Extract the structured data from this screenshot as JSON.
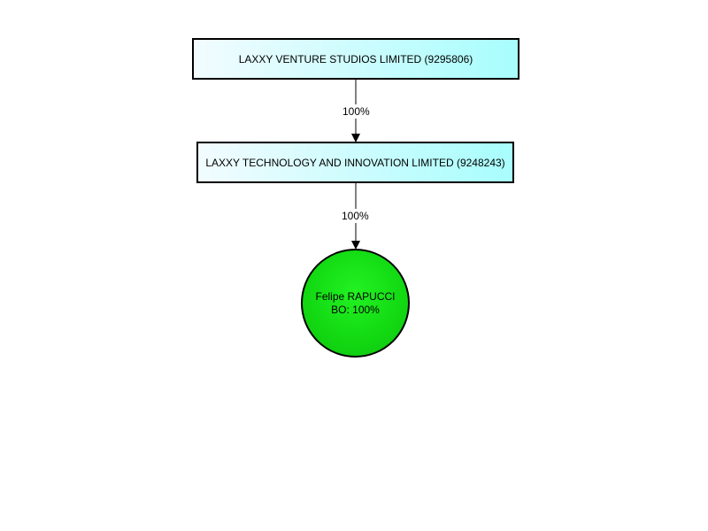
{
  "nodes": {
    "company_top": {
      "label": "LAXXY VENTURE STUDIOS LIMITED (9295806)"
    },
    "company_middle": {
      "label": "LAXXY TECHNOLOGY AND INNOVATION LIMITED (9248243)"
    },
    "person": {
      "name": "Felipe RAPUCCI",
      "ownership": "BO: 100%"
    }
  },
  "edges": [
    {
      "label": "100%"
    },
    {
      "label": "100%"
    }
  ],
  "colors": {
    "company_fill_start": "#f2fcff",
    "company_fill_end": "#a8fdfd",
    "person_fill": "#12d812",
    "stroke": "#000000"
  }
}
